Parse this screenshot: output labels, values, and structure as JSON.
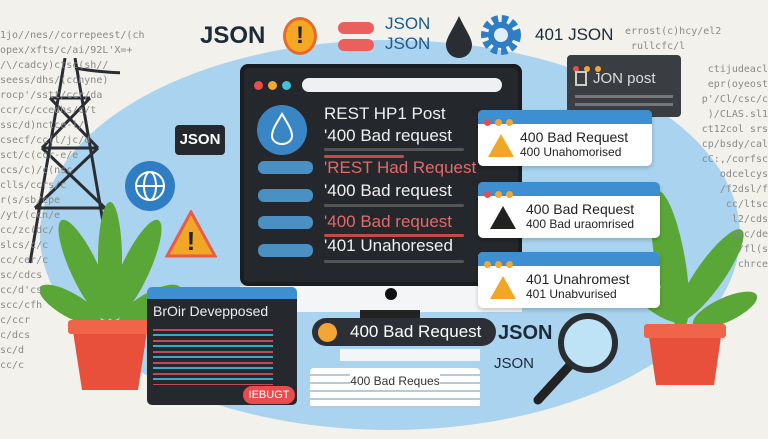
{
  "background_code": {
    "left": "1jo//nes//correpeest/(ch\nopex/xfts/c/ai/92L'X=+\n/\\/cadcy)ctsc(sh//\nseess/dhs/(cchyne)\nrocp'/sstt/ccr/da\nccr/c/ccedhs/c/t\nssc/d)nctce-l/\ncsecf/cc(l/jc/d\nsct/c(ccr-e/e\nccs/c)/c(nsc\nclls/ccrs/c\nr(s/sb/cpe\n/yt/(ccn/e\ncc/zc(dc/\nslcs/c/c\ncc/cer/c\nsc/cdcs\ncc/d'cs\nscc/cfh\nc/ccr\nc/dcs\nsc/d\ncc/c",
    "right": "ctijudeacl\nepr(oyeost\np'/Cl/csc/c\n)/CLAS.sl1\nct12col srs\ncp/bsdy/cal\ncC:,/corfsc\nodcelcys\n/f2dsl/f\ncc/ltsc\nl2/cds\norc/de\nc/fl(s\nchrce",
    "top_right": "errost(c)hcy/el2\n rullcfc/l"
  },
  "top_row": {
    "json_1": "JSON",
    "json_2": "JSON",
    "json_3": "JSON",
    "label_401": "401 JSON"
  },
  "left": {
    "json_tag": "JSON"
  },
  "monitor": {
    "lines": [
      {
        "text": "REST HP1 Post",
        "style": "white"
      },
      {
        "text": "'400 Bad request",
        "style": "white"
      },
      {
        "text": "'REST Had Request",
        "style": "red"
      },
      {
        "text": "'400 Bad request",
        "style": "white"
      },
      {
        "text": "'400 Bad request",
        "style": "red"
      },
      {
        "text": "'401 Unahoresed",
        "style": "white"
      }
    ]
  },
  "json_post_card": {
    "title": "JON post"
  },
  "error_cards": [
    {
      "title": "400 Bad Request",
      "subtitle": "400  Unahomorised",
      "icon": "warning-icon",
      "icon_color": "#f0a726"
    },
    {
      "title": "400 Bad Request",
      "subtitle": "400 Bad uraomrised",
      "icon": "warning-icon",
      "icon_color": "#222222"
    },
    {
      "title": "401 Unahromest",
      "subtitle": "401 Unabvurised",
      "icon": "warning-icon",
      "icon_color": "#f0a726"
    }
  ],
  "debug_window": {
    "title": "BrOir Devepposed",
    "button": "IEBUGT"
  },
  "status_pill": {
    "text": "400 Bad Request"
  },
  "keyboard": {
    "text": "400 Bad Reques"
  },
  "right": {
    "json_a": "JSON",
    "json_b": "JSON"
  },
  "colors": {
    "accent": "#3d8fcf",
    "blob": "#a9d3ee",
    "warning": "#f0a726",
    "error": "#e84c4c"
  }
}
